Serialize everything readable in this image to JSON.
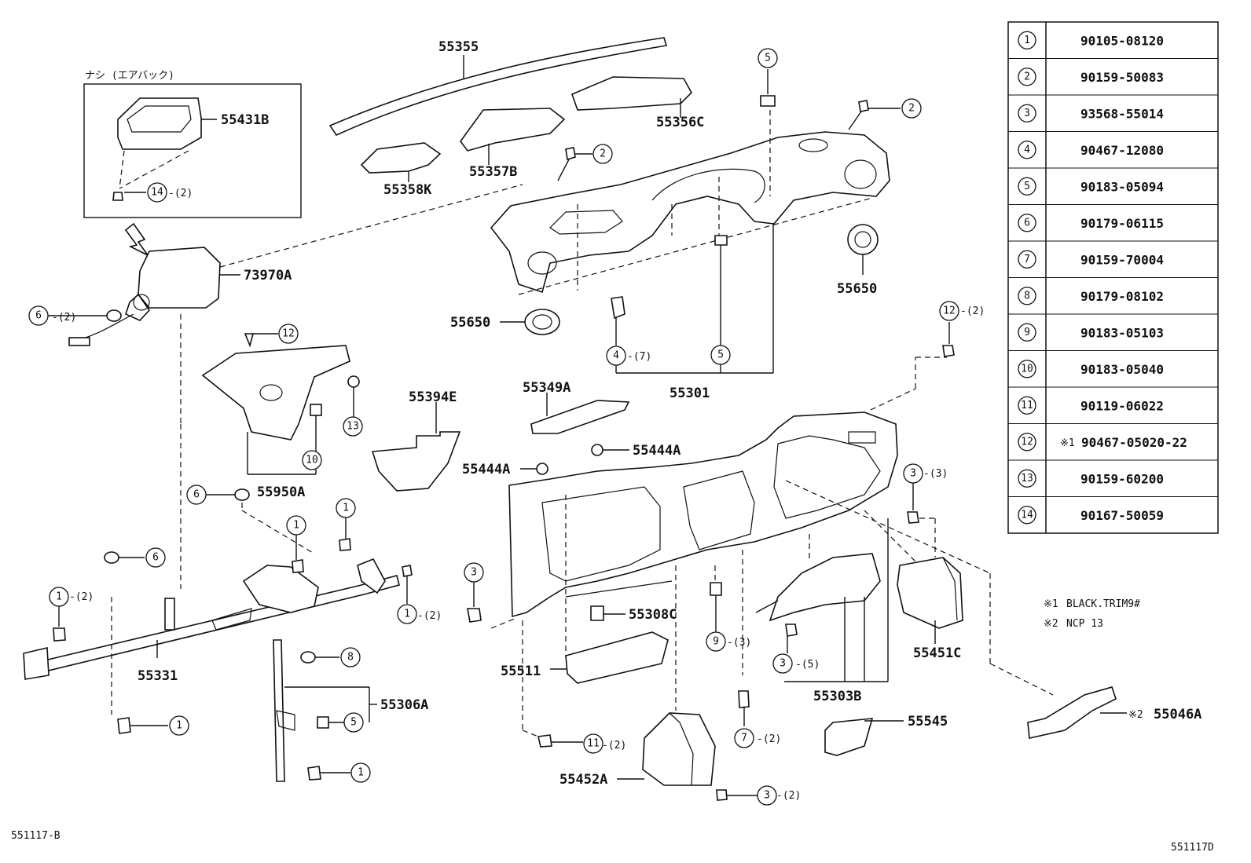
{
  "labels": {
    "p55355": "55355",
    "p55431B": "55431B",
    "p55356C": "55356C",
    "p55357B": "55357B",
    "p55358K": "55358K",
    "p73970A": "73970A",
    "p55650a": "55650",
    "p55650b": "55650",
    "p55301": "55301",
    "p55394E": "55394E",
    "p55349A": "55349A",
    "p55444A_a": "55444A",
    "p55444A_b": "55444A",
    "p55950A": "55950A",
    "p55331": "55331",
    "p55306A": "55306A",
    "p55308C": "55308C",
    "p55511": "55511",
    "p55452A": "55452A",
    "p55303B": "55303B",
    "p55545": "55545",
    "p55451C": "55451C",
    "p55046A": "55046A",
    "airbag_note": "ナシ (エアバック)",
    "footer_left": "551117-B",
    "footer_right": "551117D"
  },
  "callouts": {
    "q14": "-(2)",
    "q6a": "-(2)",
    "q4": "-(7)",
    "q12b": "-(2)",
    "q1a": "-(2)",
    "q1c": "-(2)",
    "q3b": "-(3)",
    "q9": "-(3)",
    "q3c": "-(5)",
    "q11": "-(2)",
    "q7": "-(2)",
    "q3d": "-(2)",
    "mark2": "※2"
  },
  "parts_table": [
    {
      "ref": "1",
      "part_no": "90105-08120"
    },
    {
      "ref": "2",
      "part_no": "90159-50083"
    },
    {
      "ref": "3",
      "part_no": "93568-55014"
    },
    {
      "ref": "4",
      "part_no": "90467-12080"
    },
    {
      "ref": "5",
      "part_no": "90183-05094"
    },
    {
      "ref": "6",
      "part_no": "90179-06115"
    },
    {
      "ref": "7",
      "part_no": "90159-70004"
    },
    {
      "ref": "8",
      "part_no": "90179-08102"
    },
    {
      "ref": "9",
      "part_no": "90183-05103"
    },
    {
      "ref": "10",
      "part_no": "90183-05040"
    },
    {
      "ref": "11",
      "part_no": "90119-06022"
    },
    {
      "ref": "12",
      "part_no": "90467-05020-22",
      "mark": "※1"
    },
    {
      "ref": "13",
      "part_no": "90159-60200"
    },
    {
      "ref": "14",
      "part_no": "90167-50059"
    }
  ],
  "notes": [
    {
      "mark": "※1",
      "text": "BLACK.TRIM9#"
    },
    {
      "mark": "※2",
      "text": "NCP 13"
    }
  ]
}
